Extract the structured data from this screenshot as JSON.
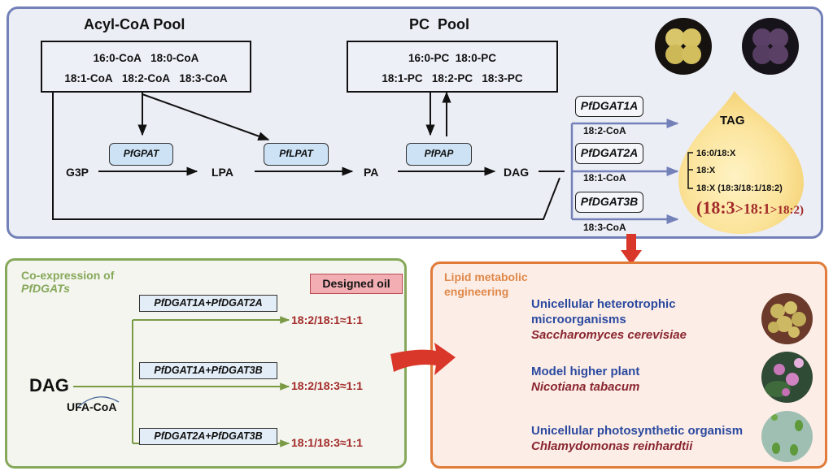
{
  "top_panel": {
    "acyl_pool": {
      "title": "Acyl-CoA Pool",
      "row1": [
        "16:0-CoA",
        "18:0-CoA"
      ],
      "row2": [
        "18:1-CoA",
        "18:2-CoA",
        "18:3-CoA"
      ]
    },
    "pc_pool": {
      "title": "PC  Pool",
      "row1": [
        "16:0-PC",
        "18:0-PC"
      ],
      "row2": [
        "18:1-PC",
        "18:2-PC",
        "18:3-PC"
      ]
    },
    "metabolites": {
      "g3p": "G3P",
      "lpa": "LPA",
      "pa": "PA",
      "dag": "DAG"
    },
    "enzymes": {
      "gpat": "PfGPAT",
      "lpat": "PfLPAT",
      "pap": "PfPAP"
    },
    "dgats": [
      {
        "name": "PfDGAT1A",
        "substrate": "18:2-CoA"
      },
      {
        "name": "PfDGAT2A",
        "substrate": "18:1-CoA"
      },
      {
        "name": "PfDGAT3B",
        "substrate": "18:3-CoA"
      }
    ],
    "tag": {
      "title": "TAG",
      "species": [
        "16:0/18:X",
        "18:X",
        "18:X (18:3/18:1/18:2)"
      ],
      "preference": [
        "(18:3",
        ">18:1",
        ">18:2)"
      ]
    },
    "seed_photos": [
      "yellow-seeds-photo",
      "purple-seeds-photo"
    ]
  },
  "left_panel": {
    "title_line1": "Co-expression of",
    "title_line2": "PfDGATs",
    "badge": "Designed oil",
    "source": "DAG",
    "acyl_donor": "UFA-CoA",
    "combinations": [
      {
        "genes": "PfDGAT1A+PfDGAT2A",
        "result": "18:2/18:1≈1:1"
      },
      {
        "genes": "PfDGAT1A+PfDGAT3B",
        "result": "18:2/18:3≈1:1"
      },
      {
        "genes": "PfDGAT2A+PfDGAT3B",
        "result": "18:1/18:3≈1:1"
      }
    ]
  },
  "right_panel": {
    "title_line1": "Lipid metabolic",
    "title_line2": "engineering",
    "organisms": [
      {
        "category_line1": "Unicellular heterotrophic",
        "category_line2": "microorganisms",
        "species": "Saccharomyces cerevisiae",
        "photo": "yeast-photo"
      },
      {
        "category_line1": "Model higher plant",
        "category_line2": "",
        "species": "Nicotiana tabacum",
        "photo": "tobacco-photo"
      },
      {
        "category_line1": "Unicellular photosynthetic organism",
        "category_line2": "",
        "species": "Chlamydomonas reinhardtii",
        "photo": "chlamydomonas-photo"
      }
    ]
  },
  "colors": {
    "top_border": "#7381b8",
    "left_border": "#86a85a",
    "right_border": "#e07b3a",
    "ratio_text": "#a32a2a",
    "category_text": "#2b4aa0",
    "species_text": "#8a2630",
    "arrow_red": "#d9372a"
  }
}
